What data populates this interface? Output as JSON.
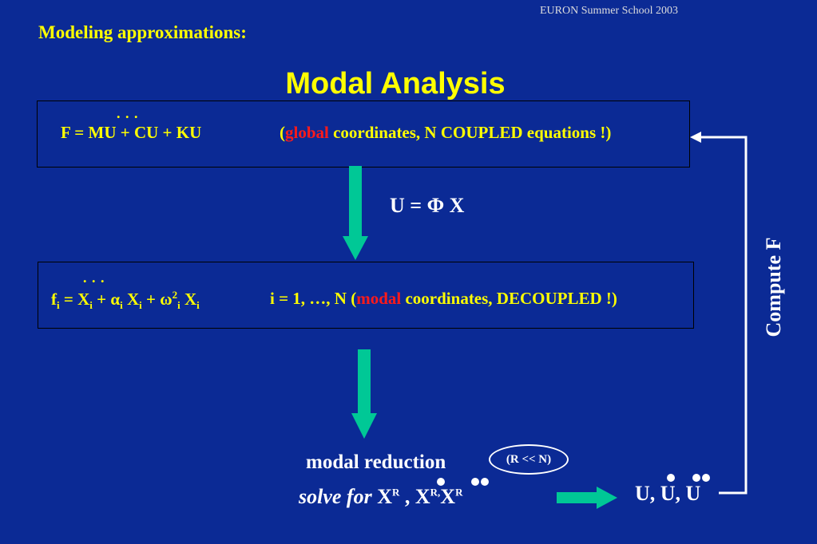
{
  "header": "EURON Summer School 2003",
  "subtitle": "Modeling approximations:",
  "title": "Modal Analysis",
  "eq1": {
    "dots": ". .        .",
    "left": "F = MU + CU + KU",
    "right_open": "(",
    "right_red": "global",
    "right_rest": " coordinates, N COUPLED equations !)"
  },
  "transform": "U = Φ X",
  "eq2": {
    "dots": ". .          .",
    "f": "f",
    "i": "i",
    "eqX": " = X",
    "plus_alpha": " + α",
    "X": " X",
    "plus_omega": " + ω",
    "two": "2",
    "right_open": "i = 1, …, N (",
    "right_red": "modal",
    "right_rest": " coordinates, DECOUPLED !)"
  },
  "compute": "Compute F",
  "reduction": {
    "label": "modal reduction",
    "oval": "(R << N)",
    "solve_prefix": "solve for",
    "X": "X",
    "R": "R",
    "comma": " ,",
    "X2": "X",
    "R2": "R,",
    "X3": "X",
    "R3": "R"
  },
  "result": "U, U, U"
}
